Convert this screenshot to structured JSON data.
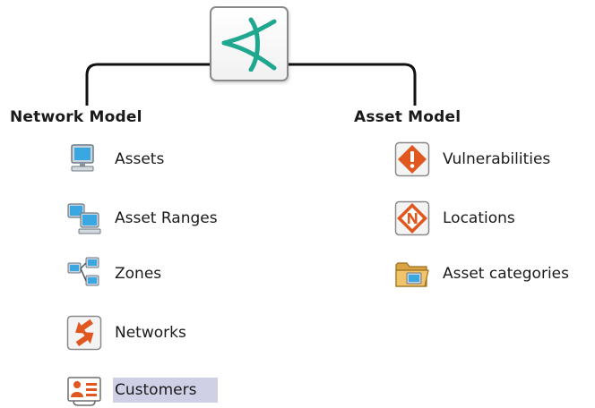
{
  "root": {
    "icon": "network-hub-icon"
  },
  "branches": {
    "network_model": {
      "title": "Network Model",
      "items": [
        {
          "label": "Assets",
          "icon": "computer-icon"
        },
        {
          "label": "Asset Ranges",
          "icon": "computer-group-icon"
        },
        {
          "label": "Zones",
          "icon": "network-zone-icon"
        },
        {
          "label": "Networks",
          "icon": "network-arrows-icon"
        },
        {
          "label": "Customers",
          "icon": "customer-card-icon",
          "selected": true
        }
      ]
    },
    "asset_model": {
      "title": "Asset Model",
      "items": [
        {
          "label": "Vulnerabilities",
          "icon": "vulnerability-warning-icon"
        },
        {
          "label": "Locations",
          "icon": "location-compass-icon"
        },
        {
          "label": "Asset categories",
          "icon": "folder-icon"
        }
      ]
    }
  },
  "colors": {
    "root_icon": "#1fa88f",
    "connector": "#111111",
    "accent_orange": "#e0571f",
    "selection": "#cfd0e6"
  }
}
